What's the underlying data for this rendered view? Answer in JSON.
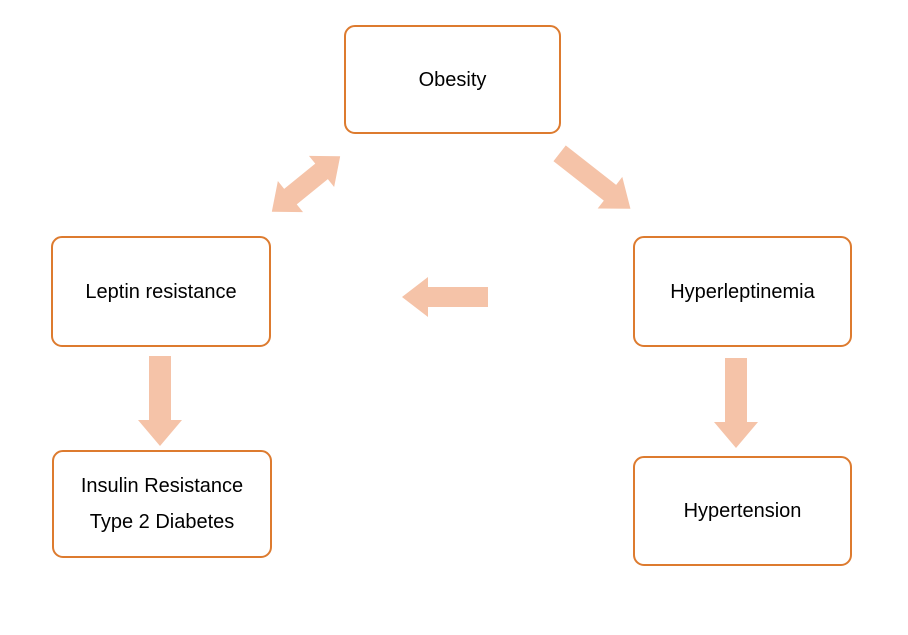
{
  "diagram": {
    "nodes": [
      {
        "id": "obesity",
        "label": "Obesity"
      },
      {
        "id": "leptin-resistance",
        "label": "Leptin resistance"
      },
      {
        "id": "hyperleptinemia",
        "label": "Hyperleptinemia"
      },
      {
        "id": "insulin-resistance-type-2-diabetes",
        "lines": [
          "Insulin Resistance",
          "Type 2 Diabetes"
        ]
      },
      {
        "id": "hypertension",
        "label": "Hypertension"
      }
    ],
    "edges": [
      {
        "from": "obesity",
        "to": "leptin-resistance",
        "style": "double-headed-diagonal"
      },
      {
        "from": "obesity",
        "to": "hyperleptinemia",
        "style": "single-diagonal"
      },
      {
        "from": "hyperleptinemia",
        "to": "leptin-resistance",
        "style": "single-horizontal"
      },
      {
        "from": "leptin-resistance",
        "to": "insulin-resistance-type-2-diabetes",
        "style": "single-vertical"
      },
      {
        "from": "hyperleptinemia",
        "to": "hypertension",
        "style": "single-vertical"
      }
    ]
  },
  "colors": {
    "background": "#ffffff",
    "box_border": "#dd7b2f",
    "box_fill": "#ffffff",
    "arrow_fill": "#f5c3a8",
    "text": "#000000"
  }
}
